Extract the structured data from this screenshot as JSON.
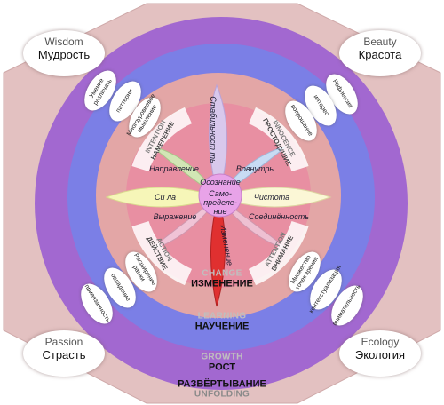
{
  "corners": {
    "top_left": {
      "en": "Wisdom",
      "ru": "Мудрость"
    },
    "top_right": {
      "en": "Beauty",
      "ru": "Красота"
    },
    "bottom_left": {
      "en": "Passion",
      "ru": "Страсть"
    },
    "bottom_right": {
      "en": "Ecology",
      "ru": "Экология"
    }
  },
  "rings": {
    "change": {
      "en": "CHANGE",
      "ru": "ИЗМЕНЕНИЕ"
    },
    "learning": {
      "en": "LEARNING",
      "ru": "НАУЧЕНИЕ"
    },
    "growth": {
      "en": "GROWTH",
      "ru": "РОСТ"
    },
    "unfolding": {
      "ru": "РАЗВЁРТЫВАНИЕ",
      "en": "UNFOLDING"
    }
  },
  "core": {
    "awareness": "Осознание",
    "self_definition": "Само-\nпределе-\nние"
  },
  "petals": {
    "direction": "Направление",
    "inward": "Вовнутрь",
    "force": "Си ла",
    "purity": "Чистота",
    "expression": "Выражение",
    "connection": "Соединённость",
    "stability": "Стабильност ть",
    "change": "Изменение"
  },
  "quadrants": {
    "intention": {
      "en": "INTENTION",
      "ru": "НАМЕРЕНИЕ"
    },
    "innocence": {
      "en": "INNOCENCE",
      "ru": "ПРОСТОДУШИЕ"
    },
    "action": {
      "en": "ACTION",
      "ru": "ДЕЙСТВИЕ"
    },
    "attention": {
      "en": "ATTENTION",
      "ru": "ВНИМАНИЕ"
    }
  },
  "pills": {
    "distinguish": "Умение различать",
    "patterns": "паттерни",
    "multi_thinking": "Многоуровневое мышление",
    "reflection": "Рефлексия",
    "interest": "интерес",
    "questioning": "вопрошание",
    "expanding": "Расширение рамки",
    "mastery": "овладение",
    "attachment": "привязанность",
    "viewpoints": "Множество точек зрения",
    "contextualization": "контекстуализация",
    "attentiveness": "внимательность"
  },
  "colors": {
    "background": "#e3c1c1",
    "outer_ring": "#a268d0",
    "learning_ring": "#7b7fe6",
    "change_ring": "#e3a6a6"
  }
}
